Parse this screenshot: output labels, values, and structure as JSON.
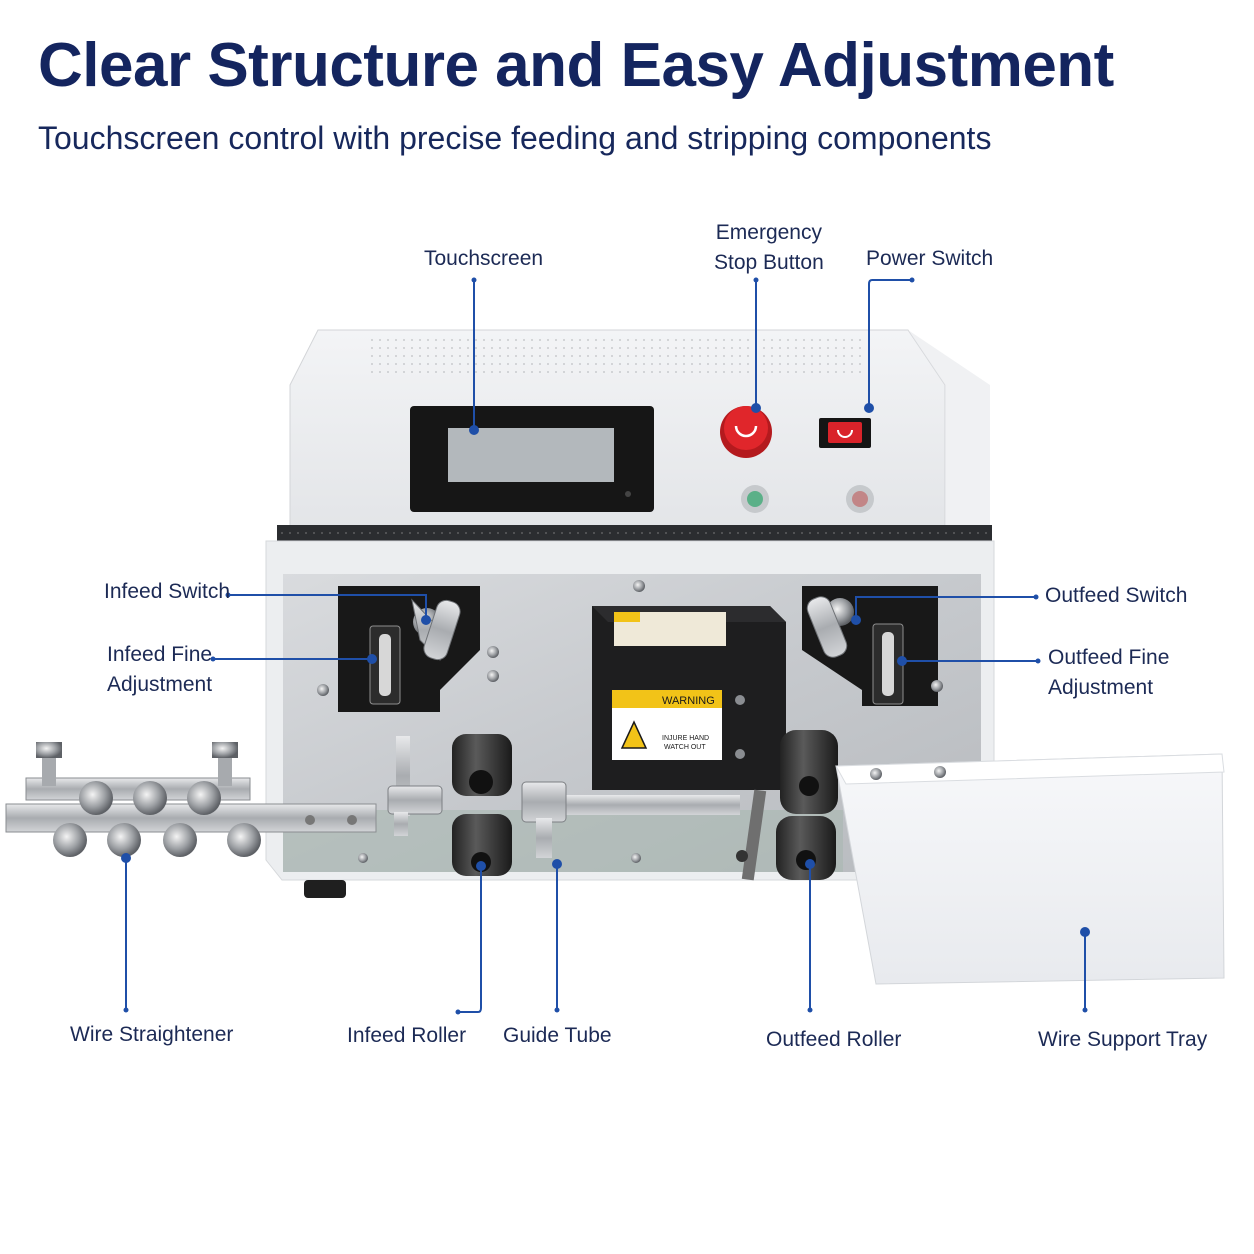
{
  "header": {
    "title": "Clear Structure and Easy Adjustment",
    "subtitle": "Touchscreen control with precise feeding and stripping components"
  },
  "callouts": {
    "touchscreen": "Touchscreen",
    "emergency_stop": [
      "Emergency",
      "Stop Button"
    ],
    "power_switch": "Power Switch",
    "infeed_switch": "Infeed Switch",
    "infeed_fine": [
      "Infeed Fine",
      "Adjustment"
    ],
    "outfeed_switch": "Outfeed Switch",
    "outfeed_fine": [
      "Outfeed Fine",
      "Adjustment"
    ],
    "wire_straightener": "Wire Straightener",
    "infeed_roller": "Infeed Roller",
    "guide_tube": "Guide Tube",
    "outfeed_roller": "Outfeed Roller",
    "wire_support_tray": "Wire Support Tray"
  },
  "machine_text": {
    "warning_label": "WARNING",
    "warning_sub": [
      "INJURE HAND",
      "WATCH OUT"
    ]
  },
  "colors": {
    "title": "#14255f",
    "leader": "#1f4fa8",
    "estop": "#e0262b",
    "warning_yellow": "#f2c318"
  },
  "icons": {
    "warning": "hand-crush-warning-icon"
  }
}
